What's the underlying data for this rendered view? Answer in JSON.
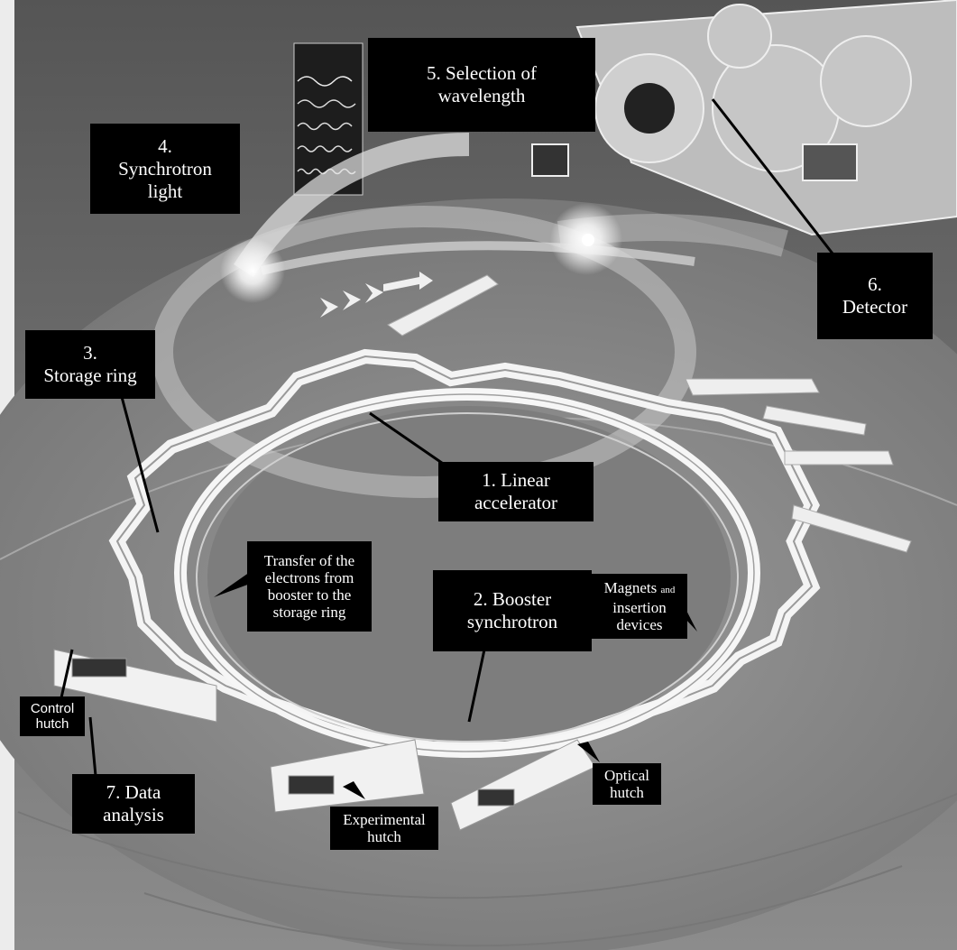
{
  "labels": {
    "selection": {
      "line1": "5.  Selection of",
      "line2": "wavelength"
    },
    "synchrotron_light": {
      "line1": "4.",
      "line2": "Synchrotron",
      "line3": "light"
    },
    "storage_ring": {
      "line1": "3.",
      "line2": "Storage ring"
    },
    "detector": {
      "line1": "6.",
      "line2": "Detector"
    },
    "linear_accelerator": {
      "line1": "1. Linear",
      "line2": "accelerator"
    },
    "transfer": {
      "line1": "Transfer of the",
      "line2": "electrons from",
      "line3": "booster to the",
      "line4": "storage ring"
    },
    "booster": {
      "line1": "2. Booster",
      "line2": "synchrotron"
    },
    "magnets": {
      "line1a": "Magnets",
      "line1b": "and",
      "line2": "insertion",
      "line3": "devices"
    },
    "control_hutch": {
      "line1": "Control",
      "line2": "hutch"
    },
    "data_analysis": {
      "line1": "7. Data",
      "line2": "analysis"
    },
    "experimental_hutch": {
      "line1": "Experimental",
      "line2": "hutch"
    },
    "optical_hutch": {
      "line1": "Optical",
      "line2": "hutch"
    }
  },
  "colors": {
    "background": "#ececec",
    "scene": "#8a8a8a",
    "ring": "#f2f2f2",
    "label_bg": "#000000",
    "label_text": "#ffffff"
  }
}
